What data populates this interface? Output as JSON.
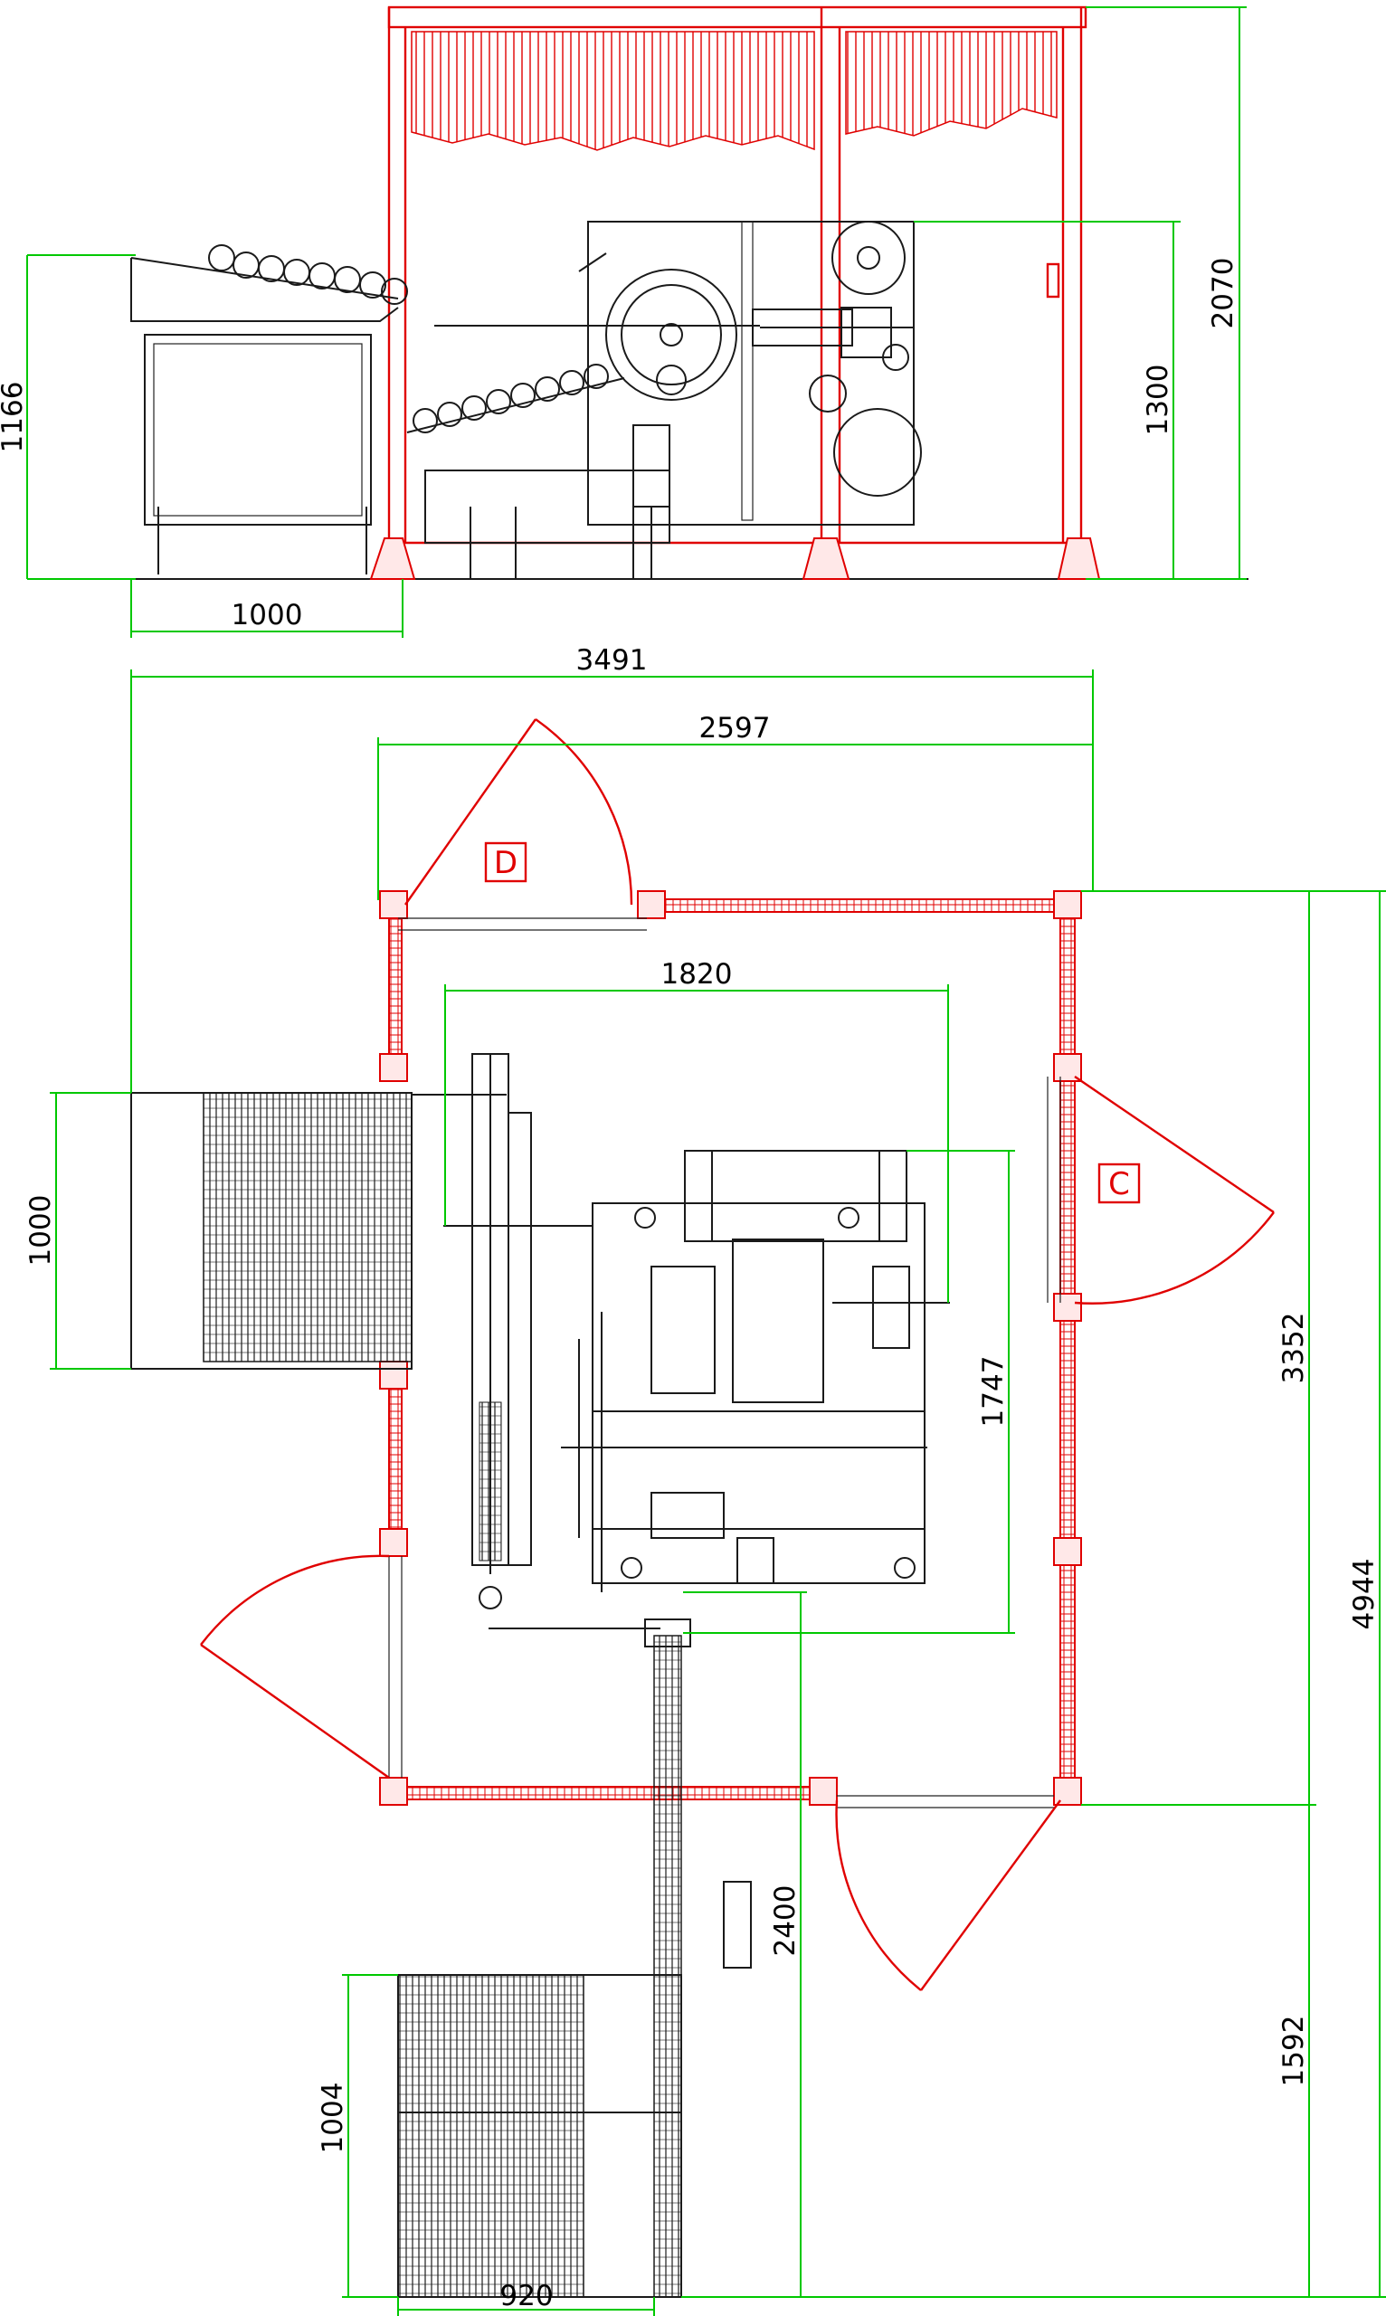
{
  "colors": {
    "dimension": "#00c800",
    "guard": "#e00000",
    "machine": "#1a1a1a",
    "background": "#ffffff"
  },
  "side_view": {
    "dimensions": {
      "infeed_height": "1166",
      "infeed_length": "1000",
      "machine_height": "1300",
      "guard_height": "2070"
    }
  },
  "plan_view": {
    "dimensions": {
      "overall_length": "3491",
      "guard_length": "2597",
      "machine_length": "1820",
      "infeed_width": "1000",
      "machine_width": "1747",
      "guard_depth": "3352",
      "overall_depth": "4944",
      "outfeed_length": "2400",
      "outfeed_depth": "1592",
      "outfeed_width": "1004",
      "outfeed_table_width": "920"
    },
    "doors": {
      "door_d": "D",
      "door_c": "C"
    }
  }
}
